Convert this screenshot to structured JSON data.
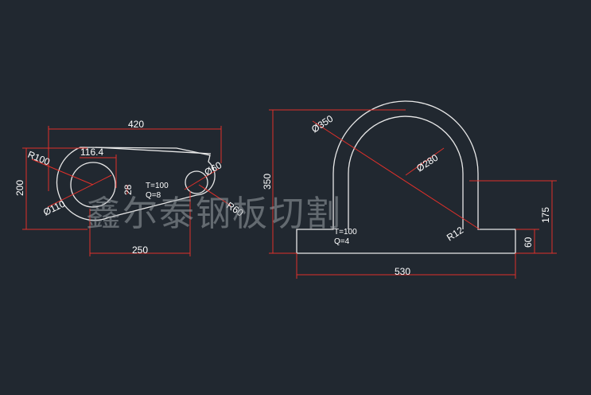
{
  "part_left": {
    "dims": {
      "overall_width": "420",
      "overall_height": "200",
      "radius_big": "R100",
      "dia_big_hole": "Ø110",
      "offset": "116.4",
      "small_dim": "28",
      "dia_small_hole": "Ø60",
      "radius_small": "R60",
      "center_distance": "250"
    },
    "notes": {
      "thickness": "T=100",
      "quantity": "Q=8"
    }
  },
  "part_right": {
    "dims": {
      "outer_dia": "Ø350",
      "inner_dia": "Ø280",
      "height_total": "350",
      "height_175": "175",
      "base_height": "60",
      "base_width": "530",
      "radius": "R12"
    },
    "notes": {
      "thickness": "T=100",
      "quantity": "Q=4"
    }
  },
  "watermark": "鑫尔泰钢板切割"
}
